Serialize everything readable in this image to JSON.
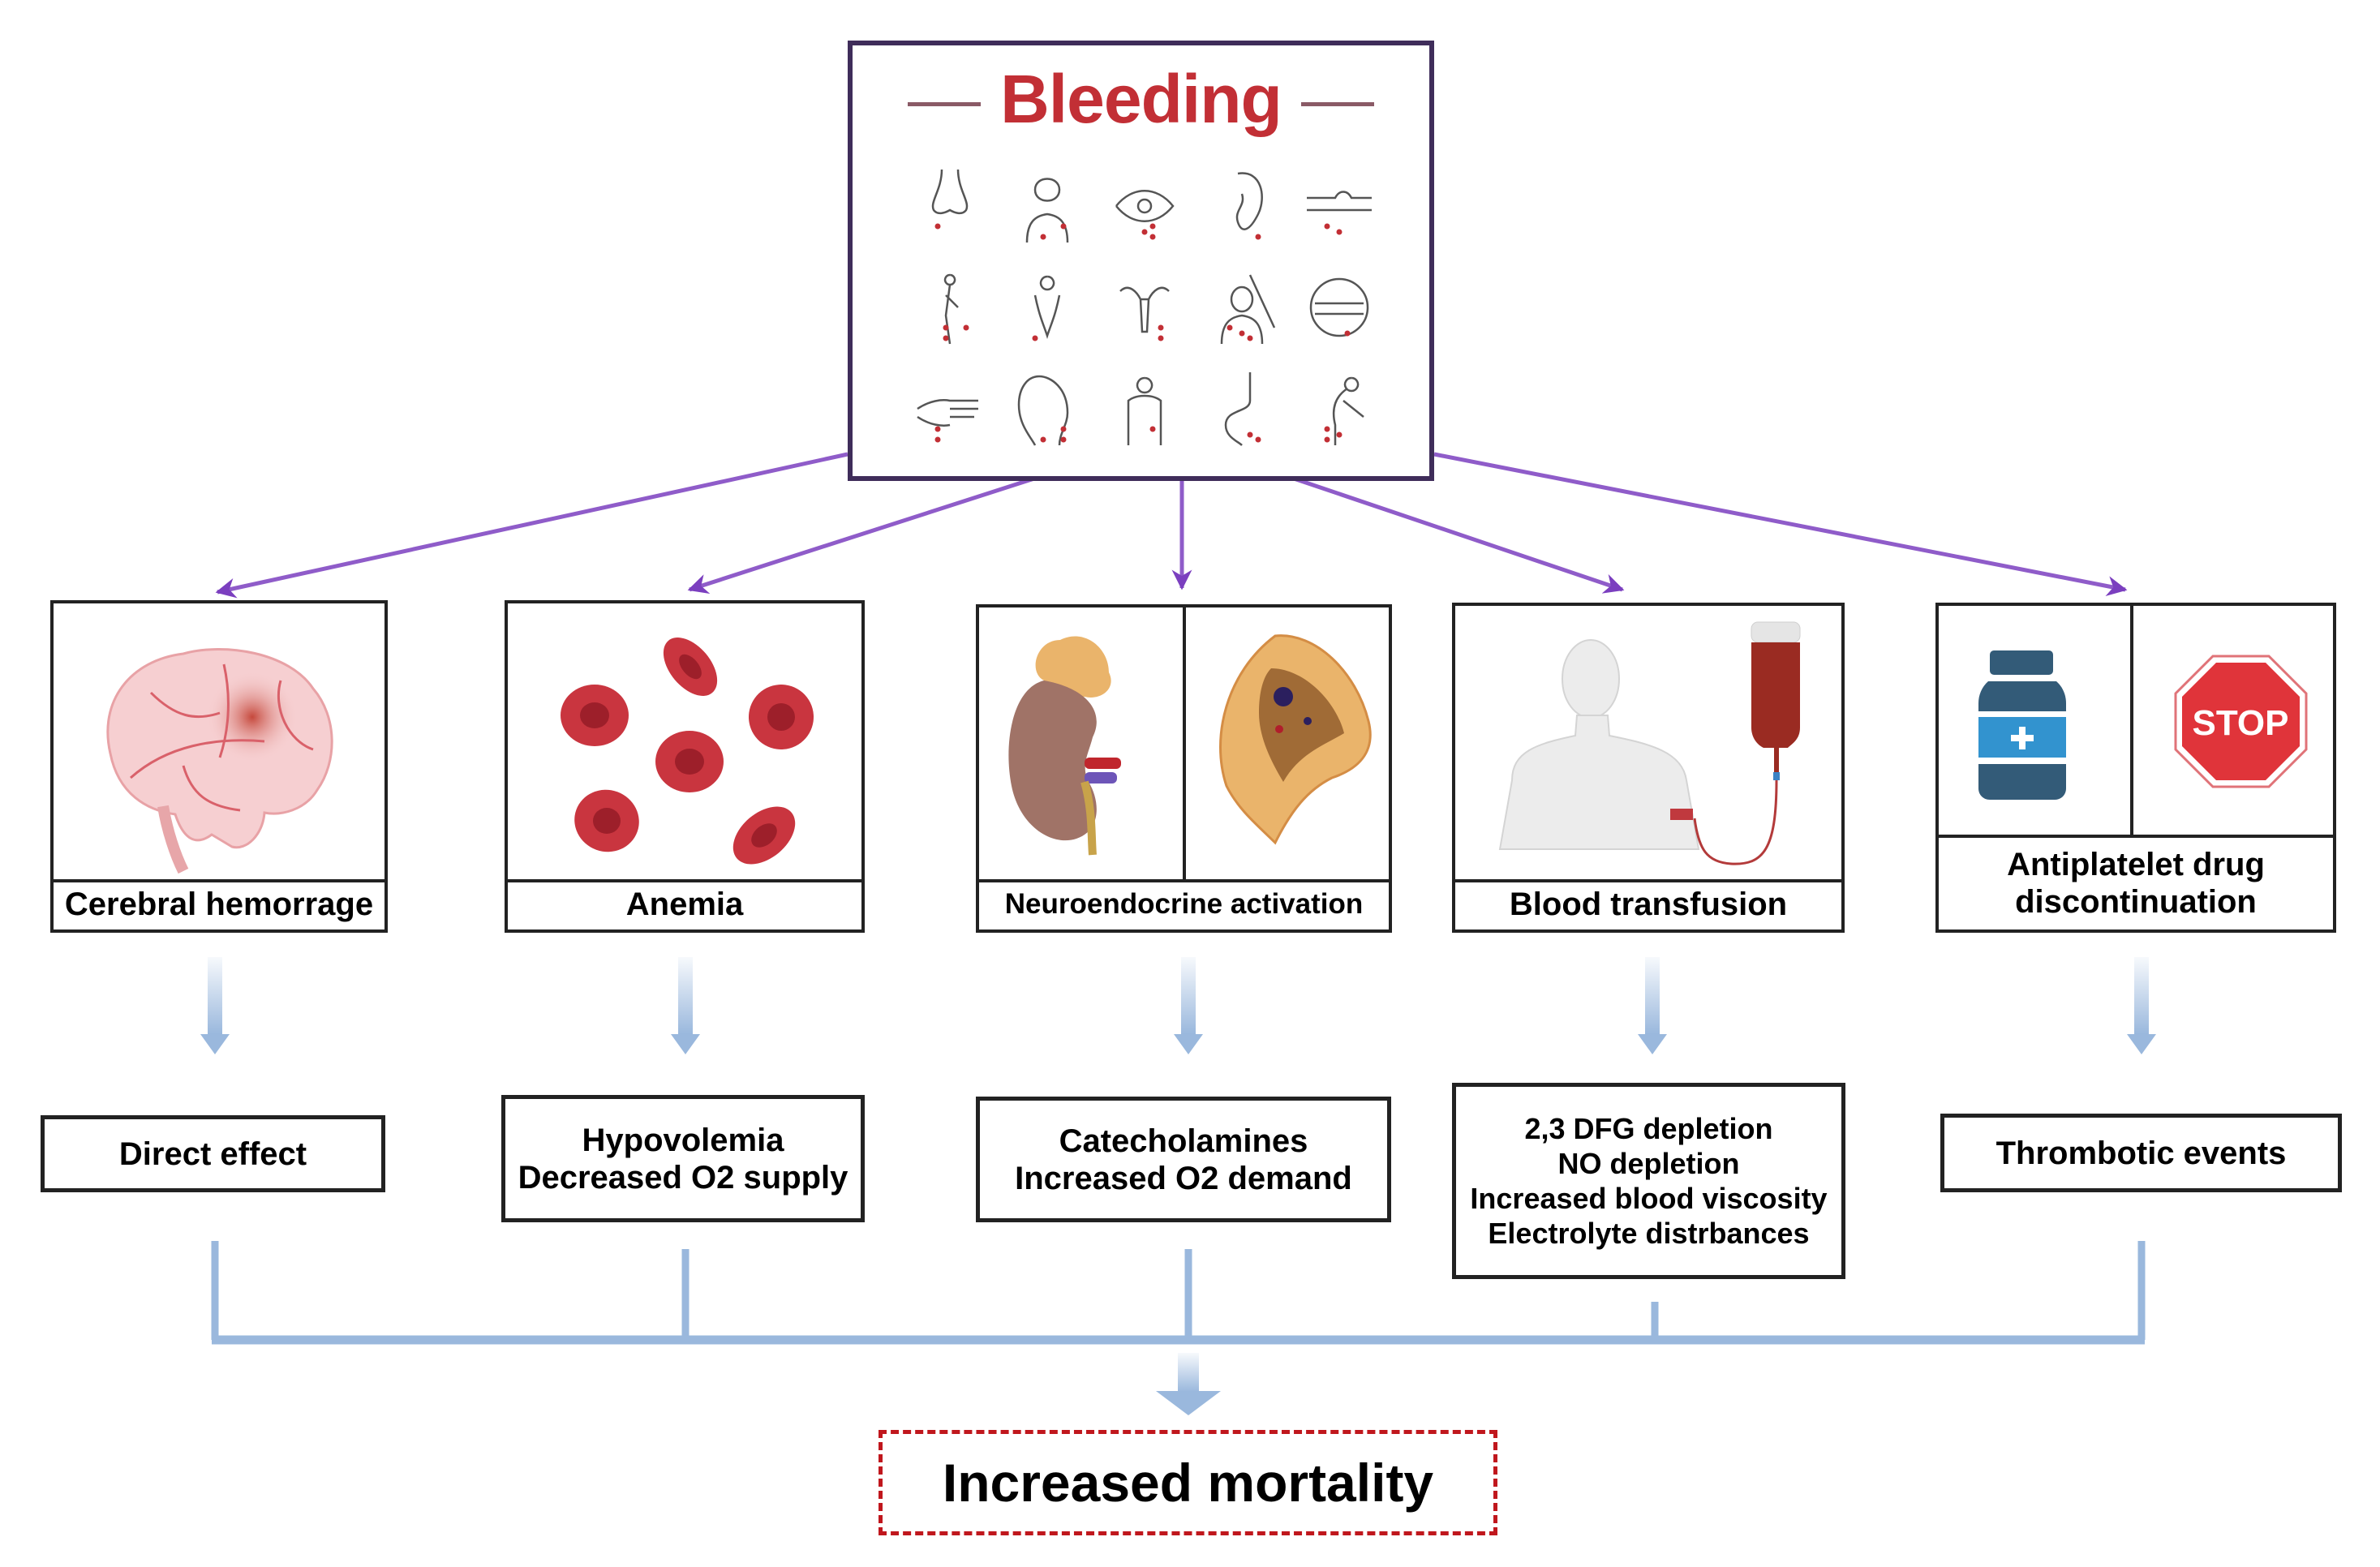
{
  "title": "Bleeding",
  "colors": {
    "title_red": "#c22f35",
    "frame_purple": "#3f2d5a",
    "arrow_purple": "#7b3fbf",
    "connector_blue": "#9ab8dd",
    "mortality_red": "#c0171d"
  },
  "bleeding_icons": [
    {
      "name": "nosebleed-icon"
    },
    {
      "name": "head-injury-icon"
    },
    {
      "name": "eye-bleeding-icon"
    },
    {
      "name": "ear-bleeding-icon"
    },
    {
      "name": "wrist-bleeding-icon"
    },
    {
      "name": "urinary-bleeding-icon"
    },
    {
      "name": "menstrual-bleeding-icon"
    },
    {
      "name": "uterus-bleeding-icon"
    },
    {
      "name": "head-trauma-icon"
    },
    {
      "name": "gum-bleeding-icon"
    },
    {
      "name": "finger-bleeding-icon"
    },
    {
      "name": "brain-bleeding-icon"
    },
    {
      "name": "abdominal-bleeding-icon"
    },
    {
      "name": "rectal-bleeding-icon"
    },
    {
      "name": "vomiting-blood-icon"
    }
  ],
  "consequences": [
    {
      "label": "Cerebral hemorrage",
      "icons": [
        "brain-icon"
      ]
    },
    {
      "label": "Anemia",
      "icons": [
        "red-blood-cells-icon"
      ]
    },
    {
      "label": "Neuroendocrine activation",
      "icons": [
        "kidney-adrenal-icon",
        "adrenal-section-icon"
      ]
    },
    {
      "label": "Blood transfusion",
      "icons": [
        "patient-transfusion-icon"
      ]
    },
    {
      "label": "Antiplatelet drug discontinuation",
      "icons": [
        "pill-bottle-icon",
        "stop-sign-icon"
      ]
    }
  ],
  "effects": [
    {
      "lines": [
        "Direct effect"
      ]
    },
    {
      "lines": [
        "Hypovolemia",
        "Decreased O2 supply"
      ]
    },
    {
      "lines": [
        "Catecholamines",
        "Increased O2 demand"
      ]
    },
    {
      "lines": [
        "2,3 DFG depletion",
        "NO depletion",
        "Increased blood viscosity",
        "Electrolyte distrbances"
      ]
    },
    {
      "lines": [
        "Thrombotic events"
      ]
    }
  ],
  "stop_sign_text": "STOP",
  "outcome": "Increased mortality"
}
